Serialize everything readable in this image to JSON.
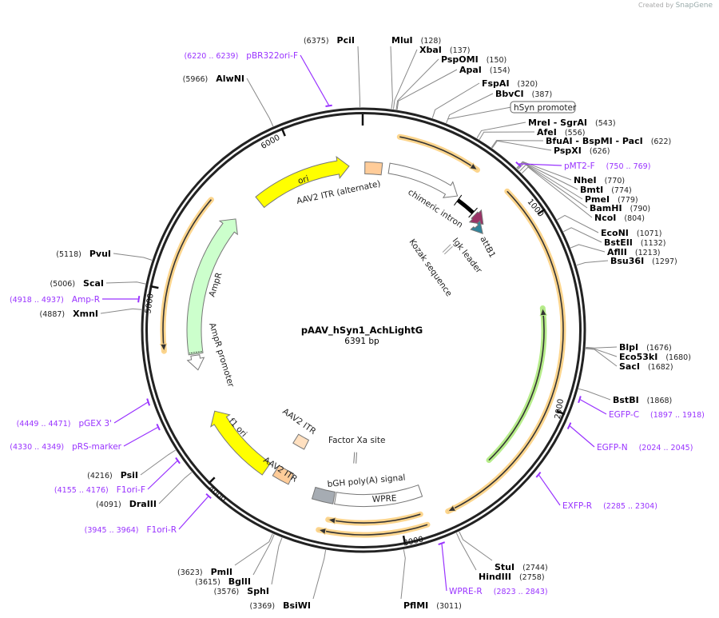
{
  "watermark": {
    "prefix": "Created by",
    "brand": "SnapGene"
  },
  "map": {
    "title": "pAAV_hSyn1_AchLightG",
    "length": "6391 bp",
    "total_bp": 6391
  },
  "ticks": [
    "1000",
    "2000",
    "3000",
    "4000",
    "5000",
    "6000"
  ],
  "enzymes": [
    {
      "name": "PciI",
      "pos": "(6375)",
      "bp": 6375
    },
    {
      "name": "MluI",
      "pos": "(128)",
      "bp": 128
    },
    {
      "name": "XbaI",
      "pos": "(137)",
      "bp": 137
    },
    {
      "name": "PspOMI",
      "pos": "(150)",
      "bp": 150
    },
    {
      "name": "ApaI",
      "pos": "(154)",
      "bp": 154
    },
    {
      "name": "FspAI",
      "pos": "(320)",
      "bp": 320
    },
    {
      "name": "BbvCI",
      "pos": "(387)",
      "bp": 387
    },
    {
      "name": "MreI  - SgrAI",
      "pos": "(543)",
      "bp": 543
    },
    {
      "name": "AfeI",
      "pos": "(556)",
      "bp": 556
    },
    {
      "name": "BfuAI  - BspMI  - PacI",
      "pos": "(622)",
      "bp": 622
    },
    {
      "name": "PspXI",
      "pos": "(626)",
      "bp": 626
    },
    {
      "name": "NheI",
      "pos": "(770)",
      "bp": 770
    },
    {
      "name": "BmtI",
      "pos": "(774)",
      "bp": 774
    },
    {
      "name": "PmeI",
      "pos": "(779)",
      "bp": 779
    },
    {
      "name": "BamHI",
      "pos": "(790)",
      "bp": 790
    },
    {
      "name": "NcoI",
      "pos": "(804)",
      "bp": 804
    },
    {
      "name": "EcoNI",
      "pos": "(1071)",
      "bp": 1071
    },
    {
      "name": "BstEII",
      "pos": "(1132)",
      "bp": 1132
    },
    {
      "name": "AflII",
      "pos": "(1213)",
      "bp": 1213
    },
    {
      "name": "Bsu36I",
      "pos": "(1297)",
      "bp": 1297
    },
    {
      "name": "BlpI",
      "pos": "(1676)",
      "bp": 1676
    },
    {
      "name": "Eco53kI",
      "pos": "(1680)",
      "bp": 1680
    },
    {
      "name": "SacI",
      "pos": "(1682)",
      "bp": 1682
    },
    {
      "name": "BstBI",
      "pos": "(1868)",
      "bp": 1868
    },
    {
      "name": "StuI",
      "pos": "(2744)",
      "bp": 2744
    },
    {
      "name": "HindIII",
      "pos": "(2758)",
      "bp": 2758
    },
    {
      "name": "PflMI",
      "pos": "(3011)",
      "bp": 3011
    },
    {
      "name": "BsiWI",
      "pos": "(3369)",
      "bp": 3369
    },
    {
      "name": "SphI",
      "pos": "(3576)",
      "bp": 3576
    },
    {
      "name": "BglII",
      "pos": "(3615)",
      "bp": 3615
    },
    {
      "name": "PmlI",
      "pos": "(3623)",
      "bp": 3623
    },
    {
      "name": "DraIII",
      "pos": "(4091)",
      "bp": 4091
    },
    {
      "name": "PsiI",
      "pos": "(4216)",
      "bp": 4216
    },
    {
      "name": "XmnI",
      "pos": "(4887)",
      "bp": 4887
    },
    {
      "name": "ScaI",
      "pos": "(5006)",
      "bp": 5006
    },
    {
      "name": "PvuI",
      "pos": "(5118)",
      "bp": 5118
    },
    {
      "name": "AlwNI",
      "pos": "(5966)",
      "bp": 5966
    }
  ],
  "primers": [
    {
      "name": "pMT2-F",
      "range": "(750 .. 769)",
      "start": 750,
      "end": 769
    },
    {
      "name": "EGFP-C",
      "range": "(1897 .. 1918)",
      "start": 1897,
      "end": 1918
    },
    {
      "name": "EGFP-N",
      "range": "(2024 .. 2045)",
      "start": 2024,
      "end": 2045
    },
    {
      "name": "EXFP-R",
      "range": "(2285 .. 2304)",
      "start": 2285,
      "end": 2304
    },
    {
      "name": "WPRE-R",
      "range": "(2823 .. 2843)",
      "start": 2823,
      "end": 2843
    },
    {
      "name": "F1ori-R",
      "range": "(3945 .. 3964)",
      "start": 3945,
      "end": 3964
    },
    {
      "name": "F1ori-F",
      "range": "(4155 .. 4176)",
      "start": 4155,
      "end": 4176
    },
    {
      "name": "pRS-marker",
      "range": "(4330 .. 4349)",
      "start": 4330,
      "end": 4349
    },
    {
      "name": "pGEX 3'",
      "range": "(4449 .. 4471)",
      "start": 4449,
      "end": 4471
    },
    {
      "name": "Amp-R",
      "range": "(4918 .. 4937)",
      "start": 4918,
      "end": 4937
    },
    {
      "name": "pBR322ori-F",
      "range": "(6220 .. 6239)",
      "start": 6220,
      "end": 6239
    }
  ],
  "features": [
    {
      "name": "ori",
      "color": "#ffff00"
    },
    {
      "name": "AAV2 ITR (alternate)",
      "color": "#ffcc99"
    },
    {
      "name": "hSyn promoter",
      "color": "#ffffff"
    },
    {
      "name": "chimeric intron",
      "color": "#000000"
    },
    {
      "name": "attB1",
      "color": "#993366"
    },
    {
      "name": "Igk leader",
      "color": "#31849b"
    },
    {
      "name": "Kozak sequence",
      "color": "#999999"
    },
    {
      "name": "AmpR",
      "color": "#ccffcc"
    },
    {
      "name": "AmpR promoter",
      "color": "#ffffff"
    },
    {
      "name": "f1 ori",
      "color": "#ffff00"
    },
    {
      "name": "AAV2 ITR",
      "color": "#ffcc99"
    },
    {
      "name": "bGH poly(A) signal",
      "color": "#a6acb3"
    },
    {
      "name": "WPRE",
      "color": "#ffffff"
    },
    {
      "name": "AAV2 ITR",
      "color": "#ffe0c0"
    },
    {
      "name": "Factor Xa site",
      "color": "#999999"
    }
  ],
  "colors": {
    "backbone": "#222222",
    "primer": "#9933ff",
    "orf_glow": "#fcd58d",
    "green_glow": "#b6ec8a"
  }
}
